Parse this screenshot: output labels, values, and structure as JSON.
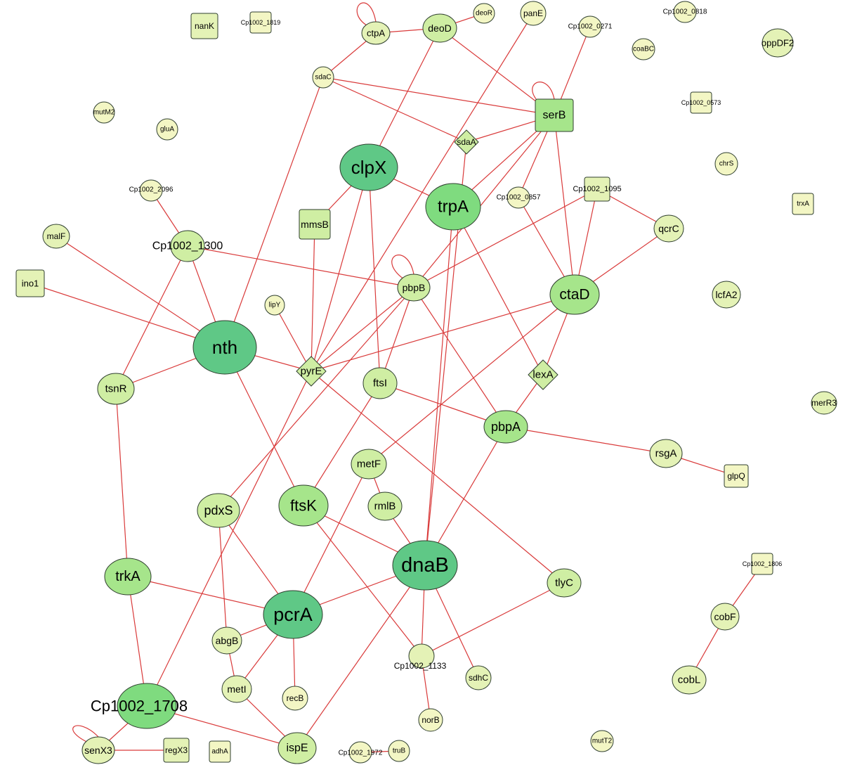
{
  "palette": {
    "edge": "#d93a3a",
    "tier1": "#f3f6c4",
    "tier2": "#e4f2b6",
    "tier3": "#cfeea3",
    "tier4": "#a6e58b",
    "tier5": "#7fdb7f",
    "tier6": "#5fc886"
  },
  "nodes": [
    {
      "id": "nanK",
      "label": "nanK",
      "shape": "square",
      "tier": 2
    },
    {
      "id": "cp1819",
      "label": "Cp1002_1819",
      "shape": "square",
      "tier": 1
    },
    {
      "id": "ctpA",
      "label": "ctpA",
      "shape": "ellipse",
      "tier": 2
    },
    {
      "id": "deoD",
      "label": "deoD",
      "shape": "ellipse",
      "tier": 3
    },
    {
      "id": "deoR",
      "label": "deoR",
      "shape": "circle",
      "tier": 1
    },
    {
      "id": "panE",
      "label": "panE",
      "shape": "circle",
      "tier": 1
    },
    {
      "id": "cp0818",
      "label": "Cp1002_0818",
      "shape": "circle",
      "tier": 1
    },
    {
      "id": "cp0271",
      "label": "Cp1002_0271",
      "shape": "circle",
      "tier": 1
    },
    {
      "id": "coaBC",
      "label": "coaBC",
      "shape": "circle",
      "tier": 1
    },
    {
      "id": "oppDF2",
      "label": "oppDF2",
      "shape": "circle",
      "tier": 2
    },
    {
      "id": "sdaC",
      "label": "sdaC",
      "shape": "circle",
      "tier": 1
    },
    {
      "id": "serB",
      "label": "serB",
      "shape": "square",
      "tier": 4
    },
    {
      "id": "cp0573",
      "label": "Cp1002_0573",
      "shape": "square",
      "tier": 1
    },
    {
      "id": "mutM2",
      "label": "mutM2",
      "shape": "circle",
      "tier": 1
    },
    {
      "id": "gluA",
      "label": "gluA",
      "shape": "circle",
      "tier": 1
    },
    {
      "id": "sdaA",
      "label": "sdaA",
      "shape": "diamond",
      "tier": 3
    },
    {
      "id": "clpX",
      "label": "clpX",
      "shape": "ellipse",
      "tier": 6
    },
    {
      "id": "chrS",
      "label": "chrS",
      "shape": "circle",
      "tier": 1
    },
    {
      "id": "cp2096",
      "label": "Cp1002_2096",
      "shape": "circle",
      "tier": 1
    },
    {
      "id": "trpA",
      "label": "trpA",
      "shape": "ellipse",
      "tier": 5
    },
    {
      "id": "cp0857",
      "label": "Cp1002_0857",
      "shape": "circle",
      "tier": 1
    },
    {
      "id": "cp1095",
      "label": "Cp1002_1095",
      "shape": "square",
      "tier": 2
    },
    {
      "id": "trxA",
      "label": "trxA",
      "shape": "square",
      "tier": 1
    },
    {
      "id": "malF",
      "label": "malF",
      "shape": "circle",
      "tier": 2
    },
    {
      "id": "mmsB",
      "label": "mmsB",
      "shape": "square",
      "tier": 3
    },
    {
      "id": "cp1300",
      "label": "Cp1002_1300",
      "shape": "ellipse",
      "tier": 3
    },
    {
      "id": "qcrC",
      "label": "qcrC",
      "shape": "circle",
      "tier": 2
    },
    {
      "id": "ino1",
      "label": "ino1",
      "shape": "square",
      "tier": 2
    },
    {
      "id": "pbpB",
      "label": "pbpB",
      "shape": "ellipse",
      "tier": 3
    },
    {
      "id": "ctaD",
      "label": "ctaD",
      "shape": "ellipse",
      "tier": 4
    },
    {
      "id": "lipY",
      "label": "lipY",
      "shape": "circle",
      "tier": 1
    },
    {
      "id": "lcfA2",
      "label": "lcfA2",
      "shape": "circle",
      "tier": 2
    },
    {
      "id": "nth",
      "label": "nth",
      "shape": "ellipse",
      "tier": 6
    },
    {
      "id": "pyrE",
      "label": "pyrE",
      "shape": "diamond",
      "tier": 3
    },
    {
      "id": "lexA",
      "label": "lexA",
      "shape": "diamond",
      "tier": 3
    },
    {
      "id": "tsnR",
      "label": "tsnR",
      "shape": "ellipse",
      "tier": 3
    },
    {
      "id": "ftsI",
      "label": "ftsI",
      "shape": "ellipse",
      "tier": 3
    },
    {
      "id": "merR3",
      "label": "merR3",
      "shape": "circle",
      "tier": 2
    },
    {
      "id": "pbpA",
      "label": "pbpA",
      "shape": "ellipse",
      "tier": 4
    },
    {
      "id": "rsgA",
      "label": "rsgA",
      "shape": "circle",
      "tier": 2
    },
    {
      "id": "glpQ",
      "label": "glpQ",
      "shape": "square",
      "tier": 1
    },
    {
      "id": "metF",
      "label": "metF",
      "shape": "ellipse",
      "tier": 3
    },
    {
      "id": "pdxS",
      "label": "pdxS",
      "shape": "ellipse",
      "tier": 3
    },
    {
      "id": "ftsK",
      "label": "ftsK",
      "shape": "ellipse",
      "tier": 4
    },
    {
      "id": "rmlB",
      "label": "rmlB",
      "shape": "ellipse",
      "tier": 3
    },
    {
      "id": "dnaB",
      "label": "dnaB",
      "shape": "ellipse",
      "tier": 6
    },
    {
      "id": "trkA",
      "label": "trkA",
      "shape": "ellipse",
      "tier": 4
    },
    {
      "id": "tlyC",
      "label": "tlyC",
      "shape": "ellipse",
      "tier": 3
    },
    {
      "id": "cp1806",
      "label": "Cp1002_1806",
      "shape": "square",
      "tier": 1
    },
    {
      "id": "pcrA",
      "label": "pcrA",
      "shape": "ellipse",
      "tier": 6
    },
    {
      "id": "cobF",
      "label": "cobF",
      "shape": "circle",
      "tier": 2
    },
    {
      "id": "abgB",
      "label": "abgB",
      "shape": "circle",
      "tier": 2
    },
    {
      "id": "cp1133",
      "label": "Cp1002_1133",
      "shape": "circle",
      "tier": 2
    },
    {
      "id": "sdhC",
      "label": "sdhC",
      "shape": "circle",
      "tier": 2
    },
    {
      "id": "cobL",
      "label": "cobL",
      "shape": "ellipse",
      "tier": 2
    },
    {
      "id": "metI",
      "label": "metI",
      "shape": "circle",
      "tier": 2
    },
    {
      "id": "recB",
      "label": "recB",
      "shape": "circle",
      "tier": 1
    },
    {
      "id": "cp1708",
      "label": "Cp1002_1708",
      "shape": "ellipse",
      "tier": 5
    },
    {
      "id": "norB",
      "label": "norB",
      "shape": "circle",
      "tier": 1
    },
    {
      "id": "senX3",
      "label": "senX3",
      "shape": "ellipse",
      "tier": 2
    },
    {
      "id": "regX3",
      "label": "regX3",
      "shape": "square",
      "tier": 2
    },
    {
      "id": "adhA",
      "label": "adhA",
      "shape": "square",
      "tier": 1
    },
    {
      "id": "ispE",
      "label": "ispE",
      "shape": "ellipse",
      "tier": 3
    },
    {
      "id": "cp1972",
      "label": "Cp1002_1972",
      "shape": "circle",
      "tier": 1
    },
    {
      "id": "truB",
      "label": "truB",
      "shape": "circle",
      "tier": 1
    },
    {
      "id": "mutT2",
      "label": "mutT2",
      "shape": "circle",
      "tier": 1
    }
  ],
  "edges": [
    [
      "ctpA",
      "deoD"
    ],
    [
      "deoD",
      "deoR"
    ],
    [
      "ctpA",
      "sdaC"
    ],
    [
      "deoD",
      "serB"
    ],
    [
      "deoD",
      "clpX"
    ],
    [
      "panE",
      "pyrE"
    ],
    [
      "cp0271",
      "serB"
    ],
    [
      "sdaC",
      "serB"
    ],
    [
      "sdaC",
      "sdaA"
    ],
    [
      "sdaC",
      "nth"
    ],
    [
      "serB",
      "sdaA"
    ],
    [
      "serB",
      "trpA"
    ],
    [
      "serB",
      "cp0857"
    ],
    [
      "serB",
      "ctaD"
    ],
    [
      "serB",
      "pbpB"
    ],
    [
      "sdaA",
      "dnaB"
    ],
    [
      "clpX",
      "trpA"
    ],
    [
      "clpX",
      "mmsB"
    ],
    [
      "clpX",
      "ftsI"
    ],
    [
      "clpX",
      "pyrE"
    ],
    [
      "trpA",
      "lexA"
    ],
    [
      "trpA",
      "dnaB"
    ],
    [
      "cp0857",
      "ctaD"
    ],
    [
      "cp1095",
      "ctaD"
    ],
    [
      "cp1095",
      "qcrC"
    ],
    [
      "cp1095",
      "pbpB"
    ],
    [
      "cp2096",
      "cp1300"
    ],
    [
      "cp1300",
      "nth"
    ],
    [
      "cp1300",
      "tsnR"
    ],
    [
      "cp1300",
      "pbpB"
    ],
    [
      "malF",
      "nth"
    ],
    [
      "ino1",
      "nth"
    ],
    [
      "mmsB",
      "pyrE"
    ],
    [
      "lipY",
      "pyrE"
    ],
    [
      "pbpB",
      "pyrE"
    ],
    [
      "pbpB",
      "ftsI"
    ],
    [
      "pbpB",
      "pbpA"
    ],
    [
      "pbpB",
      "pdxS"
    ],
    [
      "ctaD",
      "pyrE"
    ],
    [
      "ctaD",
      "lexA"
    ],
    [
      "ctaD",
      "metF"
    ],
    [
      "qcrC",
      "ctaD"
    ],
    [
      "nth",
      "tsnR"
    ],
    [
      "nth",
      "pyrE"
    ],
    [
      "nth",
      "ftsK"
    ],
    [
      "pyrE",
      "tlyC"
    ],
    [
      "lexA",
      "pbpA"
    ],
    [
      "tsnR",
      "trkA"
    ],
    [
      "ftsI",
      "pbpA"
    ],
    [
      "ftsI",
      "ftsK"
    ],
    [
      "pbpA",
      "rsgA"
    ],
    [
      "pbpA",
      "dnaB"
    ],
    [
      "rsgA",
      "glpQ"
    ],
    [
      "metF",
      "rmlB"
    ],
    [
      "metF",
      "pcrA"
    ],
    [
      "rmlB",
      "dnaB"
    ],
    [
      "ftsK",
      "dnaB"
    ],
    [
      "ftsK",
      "cp1133"
    ],
    [
      "pdxS",
      "pcrA"
    ],
    [
      "pdxS",
      "abgB"
    ],
    [
      "dnaB",
      "pcrA"
    ],
    [
      "dnaB",
      "ispE"
    ],
    [
      "dnaB",
      "cp1133"
    ],
    [
      "dnaB",
      "sdhC"
    ],
    [
      "trkA",
      "pcrA"
    ],
    [
      "trkA",
      "cp1708"
    ],
    [
      "tlyC",
      "cp1133"
    ],
    [
      "cp1806",
      "cobF"
    ],
    [
      "cobF",
      "cobL"
    ],
    [
      "pcrA",
      "abgB"
    ],
    [
      "pcrA",
      "metI"
    ],
    [
      "pcrA",
      "recB"
    ],
    [
      "abgB",
      "metI"
    ],
    [
      "metI",
      "ispE"
    ],
    [
      "cp1133",
      "norB"
    ],
    [
      "cp1708",
      "senX3"
    ],
    [
      "cp1708",
      "ispE"
    ],
    [
      "senX3",
      "regX3"
    ],
    [
      "cp1972",
      "truB"
    ],
    [
      "cp1708",
      "pyrE"
    ]
  ],
  "self_loops": [
    "ctpA",
    "serB",
    "pbpB",
    "senX3"
  ]
}
